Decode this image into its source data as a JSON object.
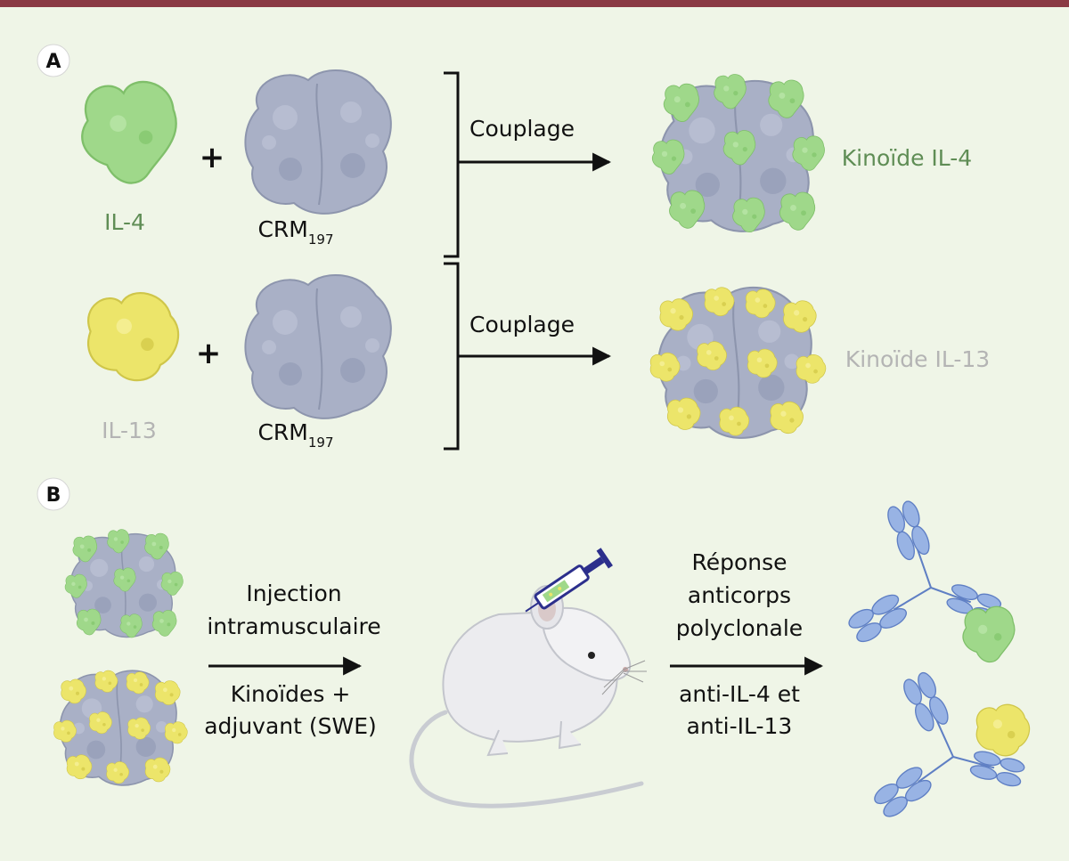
{
  "panels": {
    "a": "A",
    "b": "B"
  },
  "panel_a": {
    "row1": {
      "left_label": "IL-4",
      "plus": "+",
      "carrier_main": "CRM",
      "carrier_sub": "197",
      "arrow_label": "Couplage",
      "product_label": "Kinoïde IL-4"
    },
    "row2": {
      "left_label": "IL-13",
      "plus": "+",
      "carrier_main": "CRM",
      "carrier_sub": "197",
      "arrow_label": "Couplage",
      "product_label": "Kinoïde IL-13"
    }
  },
  "panel_b": {
    "step1_line1": "Injection",
    "step1_line2": "intramusculaire",
    "step1_below1": "Kinoïdes +",
    "step1_below2": "adjuvant (SWE)",
    "step2_line1": "Réponse",
    "step2_line2": "anticorps",
    "step2_line3": "polyclonale",
    "step2_below1": "anti-IL-4 et",
    "step2_below2": "anti-IL-13"
  },
  "colors": {
    "background": "#eff5e7",
    "top_rule": "#8a3a44",
    "il4_green": "#9fd88a",
    "il4_label": "#5f8d55",
    "il13_yellow": "#ece56a",
    "il13_label": "#b4b4b4",
    "carrier_gray": "#a9b0c6",
    "antibody_blue": "#98b3e4"
  }
}
